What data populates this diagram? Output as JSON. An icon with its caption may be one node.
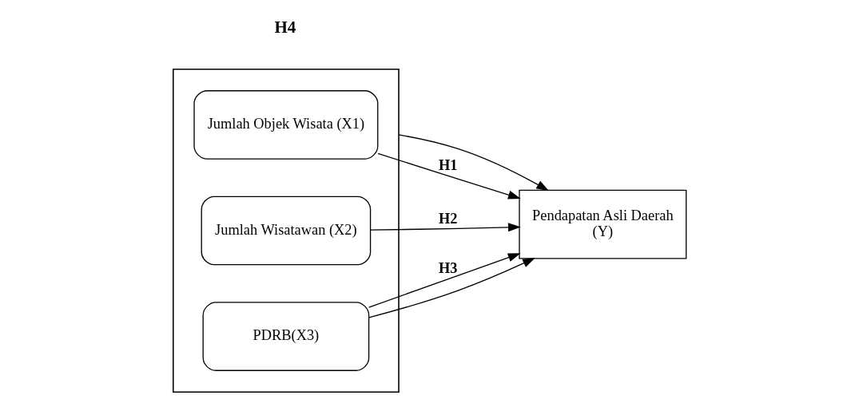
{
  "diagram": {
    "nodes": [
      {
        "text": [],
        "shape": "box"
      },
      {
        "text": [
          "Jumlah Objek Wisata (X1)"
        ],
        "in": 0
      },
      {
        "text": [
          "Jumlah Wisatawan (X2)"
        ],
        "in": 0
      },
      {
        "text": [
          "PDRB(X3)"
        ],
        "in": 0
      },
      {
        "text": [
          "Pendapatan Asli Daerah",
          "(Y)"
        ]
      }
    ],
    "edges": [
      {
        "from": 0,
        "to": 4,
        "arrow": "to"
      },
      {
        "from": 1,
        "to": 4,
        "arrow": "to",
        "label": "H1"
      },
      {
        "from": 2,
        "to": 4,
        "arrow": "to",
        "label": "H2"
      },
      {
        "from": 3,
        "to": 4,
        "arrow": "to",
        "label": "H3"
      },
      {
        "from": 3,
        "to": 4,
        "arrow": "to"
      }
    ],
    "labels": [
      "H4"
    ]
  }
}
